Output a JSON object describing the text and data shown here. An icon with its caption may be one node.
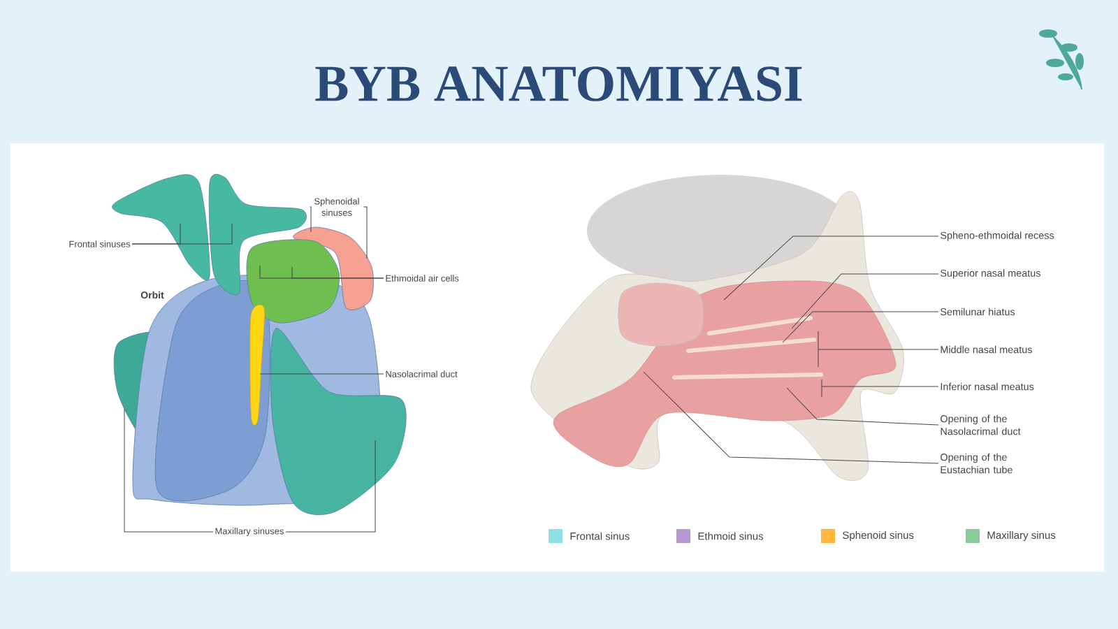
{
  "diagram": {
    "title": "BYB ANATOMIYASI",
    "nodes": [
      {
        "text": [
          "Sphenoidal sinuses"
        ]
      },
      {
        "text": [
          "Frontal sinuses"
        ]
      },
      {
        "text": [
          "Ethmoidal air cells"
        ]
      },
      {
        "text": [
          "Nasolacrimal duct"
        ]
      },
      {
        "text": [
          "Maxillary sinuses"
        ]
      },
      {
        "text": [
          "Spheno-ethmoidal recess"
        ]
      },
      {
        "text": [
          "Superior nasal meatus"
        ]
      },
      {
        "text": [
          "Semilunar hiatus"
        ]
      },
      {
        "text": [
          "Middle nasal meatus"
        ]
      },
      {
        "text": [
          "Inferior nasal meatus"
        ]
      },
      {
        "text": [
          "Opening of the Nasolacrimal duct"
        ]
      },
      {
        "text": [
          "Opening of the Eustachian tube"
        ]
      }
    ],
    "edges": [
      {
        "from": 0,
        "to": null,
        "arrow": "none"
      },
      {
        "from": 0,
        "to": null,
        "arrow": "none"
      },
      {
        "from": 1,
        "to": null,
        "arrow": "none"
      },
      {
        "from": 1,
        "to": null,
        "arrow": "none"
      },
      {
        "from": 2,
        "to": null,
        "arrow": "none"
      },
      {
        "from": 2,
        "to": null,
        "arrow": "none"
      },
      {
        "from": 3,
        "to": null,
        "arrow": "none"
      },
      {
        "from": 4,
        "to": null,
        "arrow": "none"
      },
      {
        "from": 4,
        "to": null,
        "arrow": "none"
      },
      {
        "from": 5,
        "to": null,
        "arrow": "none"
      },
      {
        "from": 6,
        "to": null,
        "arrow": "none"
      },
      {
        "from": 7,
        "to": null,
        "arrow": "none"
      },
      {
        "from": 8,
        "to": null,
        "arrow": "none"
      },
      {
        "from": 9,
        "to": null,
        "arrow": "none"
      },
      {
        "from": 10,
        "to": null,
        "arrow": "none"
      },
      {
        "from": 11,
        "to": null,
        "arrow": "none"
      }
    ],
    "labels": [
      "Orbit"
    ],
    "legend": [
      {
        "text": "Frontal sinus",
        "color": "#8fe0e4"
      },
      {
        "text": "Ethmoid sinus",
        "color": "#b79bcf"
      },
      {
        "text": "Sphenoid sinus",
        "color": "#ffb83d"
      },
      {
        "text": "Maxillary sinus",
        "color": "#8cc9a0"
      }
    ]
  }
}
